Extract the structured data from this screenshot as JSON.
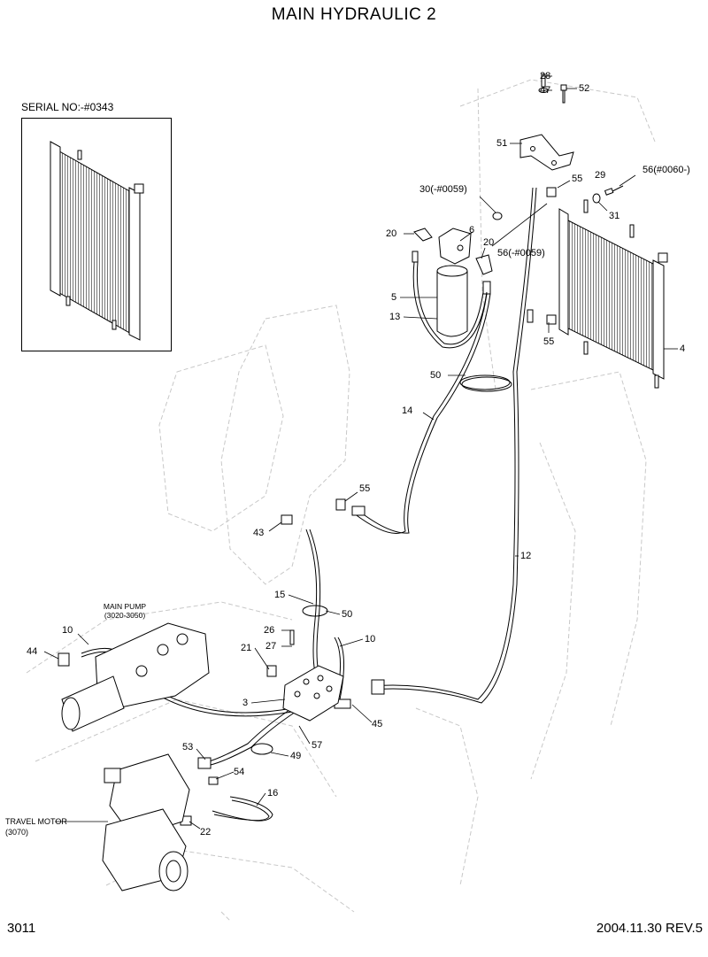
{
  "page": {
    "title": "MAIN HYDRAULIC 2",
    "page_number": "3011",
    "revision": "2004.11.30 REV.5",
    "serial_label": "SERIAL NO:-#0343"
  },
  "components": {
    "main_pump_name": "MAIN PUMP",
    "main_pump_ref": "(3020-3050)",
    "travel_motor_name": "TRAVEL MOTOR",
    "travel_motor_ref": "(3070)"
  },
  "callouts": {
    "c28": "28",
    "c47": "47",
    "c52": "52",
    "c51": "51",
    "c29": "29",
    "c56_after": "56(#0060-)",
    "c55_top": "55",
    "c30": "30(-#0059)",
    "c31": "31",
    "c20_left": "20",
    "c6": "6",
    "c20_right": "20",
    "c56_before": "56(-#0059)",
    "c5": "5",
    "c13": "13",
    "c55_mid": "55",
    "c4": "4",
    "c50_top": "50",
    "c14": "14",
    "c55_low": "55",
    "c43": "43",
    "c12": "12",
    "c15": "15",
    "c50_low": "50",
    "c10_left": "10",
    "c26": "26",
    "c10_right": "10",
    "c44": "44",
    "c21": "21",
    "c27": "27",
    "c3": "3",
    "c45": "45",
    "c57": "57",
    "c53": "53",
    "c49": "49",
    "c54": "54",
    "c16": "16",
    "c22": "22"
  }
}
